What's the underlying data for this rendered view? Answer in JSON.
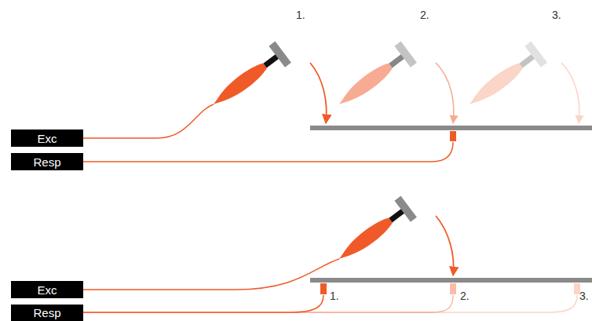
{
  "diagram": {
    "nodes": [
      {
        "text": [
          "Exc"
        ]
      },
      {
        "text": [
          "Resp"
        ]
      },
      {
        "text": [
          "Exc"
        ]
      },
      {
        "text": [
          "Resp"
        ]
      }
    ],
    "labels": [
      "1.",
      "2.",
      "3.",
      "1.",
      "2.",
      "3."
    ]
  }
}
